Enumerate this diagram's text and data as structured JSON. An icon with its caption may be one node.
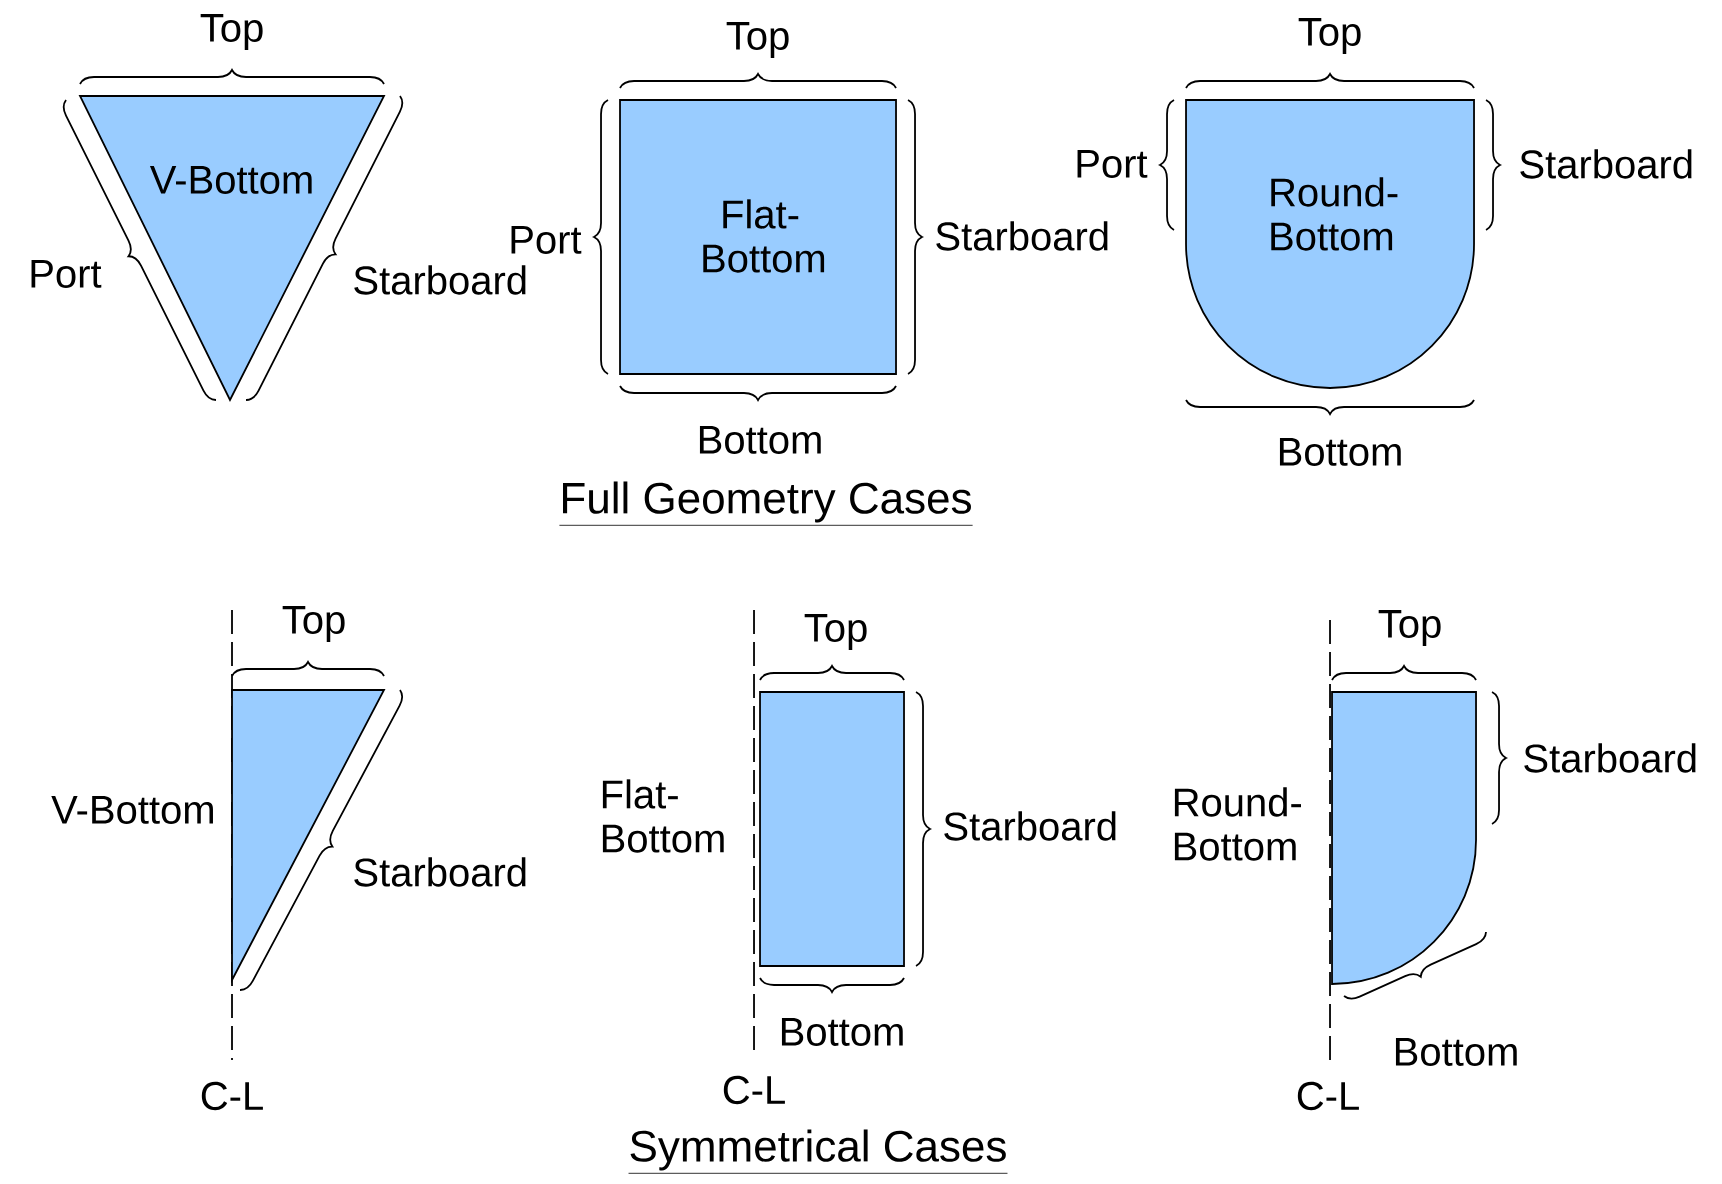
{
  "diagram": {
    "nodes": [
      {
        "text": [
          "V-Bottom"
        ]
      },
      {
        "text": [
          "Flat-Bottom"
        ]
      },
      {
        "text": [
          "Round-Bottom"
        ]
      },
      {
        "text": [
          "V-Bottom"
        ]
      },
      {
        "text": [
          "Flat-Bottom"
        ]
      },
      {
        "text": [
          "Round-Bottom"
        ]
      }
    ],
    "edges": [],
    "labels": [
      "Top",
      "Top",
      "Top",
      "Port",
      "Starboard",
      "Port",
      "Starboard",
      "Port",
      "Starboard",
      "Bottom",
      "Bottom",
      "Full Geometry Cases",
      "Top",
      "Top",
      "Top",
      "Starboard",
      "Starboard",
      "Starboard",
      "Bottom",
      "Bottom",
      "C-L",
      "C-L",
      "C-L",
      "Symmetrical Cases"
    ]
  }
}
